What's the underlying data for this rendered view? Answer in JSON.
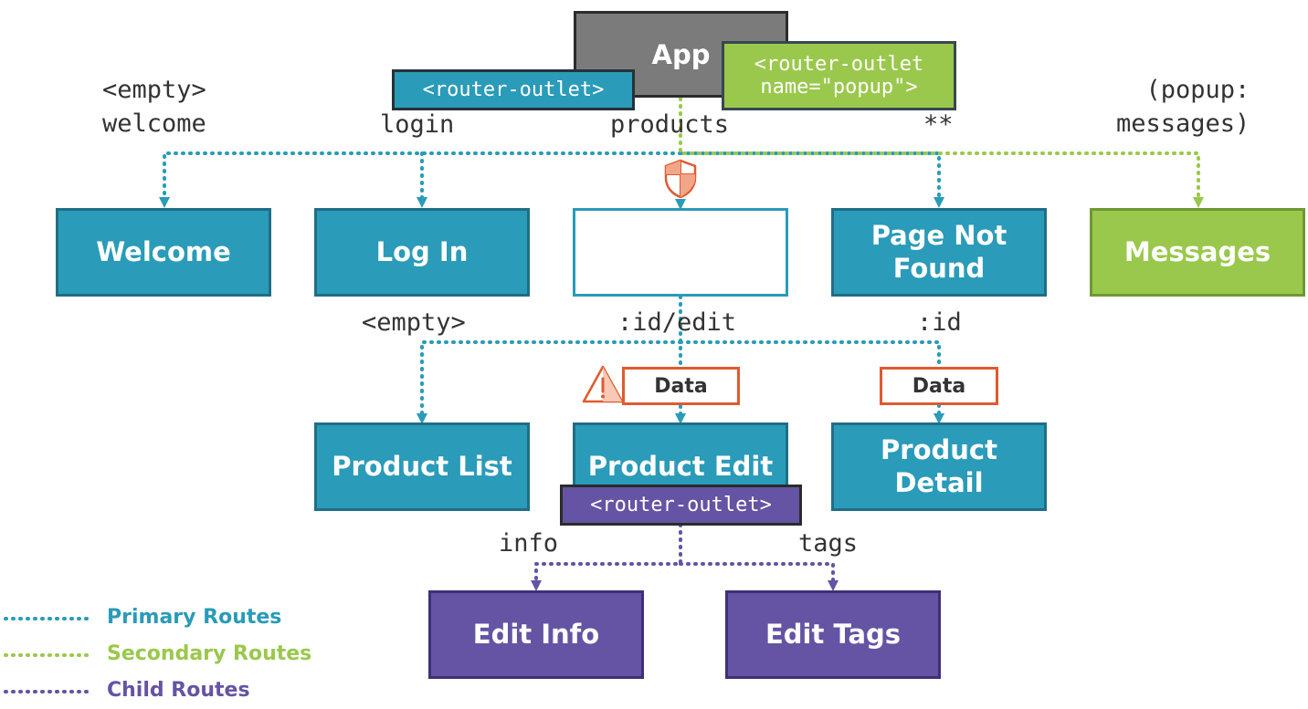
{
  "colors": {
    "primary": "#2a9bb9",
    "secondary": "#9ac84c",
    "child": "#6553a3",
    "guard": "#e05a2e",
    "app": "#7b7b7b"
  },
  "app": {
    "label": "App"
  },
  "outlets": {
    "primary": "<router-outlet>",
    "secondary": "<router-outlet\nname=\"popup\">",
    "child": "<router-outlet>"
  },
  "paths": {
    "empty_welcome": "<empty>\nwelcome",
    "login": "login",
    "products": "products",
    "wildcard": "**",
    "popup_messages": "(popup:\nmessages)",
    "empty_child": "<empty>",
    "id_edit": ":id/edit",
    "id": ":id",
    "info": "info",
    "tags": "tags"
  },
  "nodes": {
    "welcome": "Welcome",
    "login": "Log In",
    "products": "",
    "page_not_found": "Page Not\nFound",
    "messages": "Messages",
    "product_list": "Product List",
    "product_edit": "Product Edit",
    "product_detail": "Product\nDetail",
    "edit_info": "Edit Info",
    "edit_tags": "Edit Tags"
  },
  "resolvers": {
    "edit_data": "Data",
    "detail_data": "Data"
  },
  "icons": {
    "guard": "shield-icon",
    "warning": "warning-icon"
  },
  "legend": [
    {
      "label": "Primary Routes",
      "color": "#2a9bb9"
    },
    {
      "label": "Secondary Routes",
      "color": "#9ac84c"
    },
    {
      "label": "Child Routes",
      "color": "#6553a3"
    }
  ]
}
